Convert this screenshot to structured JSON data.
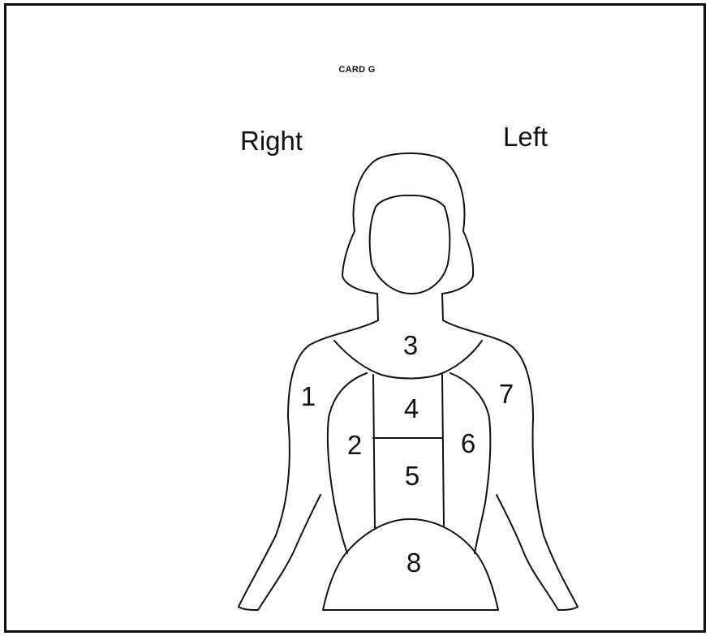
{
  "card": {
    "title": "CARD G",
    "right_label": "Right",
    "left_label": "Left"
  },
  "regions": [
    {
      "id": "1",
      "label": "1"
    },
    {
      "id": "2",
      "label": "2"
    },
    {
      "id": "3",
      "label": "3"
    },
    {
      "id": "4",
      "label": "4"
    },
    {
      "id": "5",
      "label": "5"
    },
    {
      "id": "6",
      "label": "6"
    },
    {
      "id": "7",
      "label": "7"
    },
    {
      "id": "8",
      "label": "8"
    }
  ]
}
